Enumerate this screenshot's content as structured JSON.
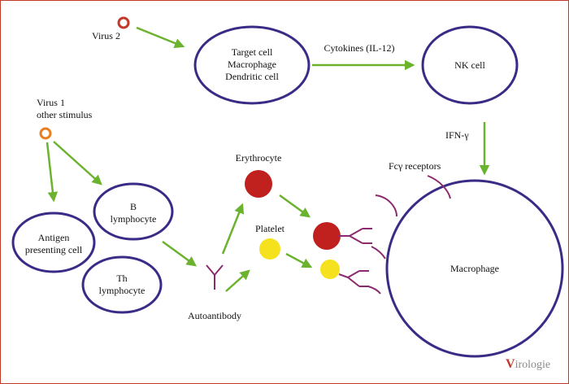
{
  "colors": {
    "cell_border": "#3a2b86",
    "arrow": "#6bb32e",
    "receptor": "#8b2a6e",
    "virus2": "#c0392b",
    "virus1": "#e67e22",
    "erythrocyte": "#c0201e",
    "platelet": "#f5e11e",
    "frame": "#c0392b"
  },
  "labels": {
    "virus2": "Virus 2",
    "virus1_line1": "Virus 1",
    "virus1_line2": "other stimulus",
    "target_line1": "Target cell",
    "target_line2": "Macrophage",
    "target_line3": "Dendritic cell",
    "cytokines": "Cytokines (IL-12)",
    "nk_cell": "NK cell",
    "ifn": "IFN-γ",
    "fc_receptors": "Fcγ receptors",
    "b_line1": "B",
    "b_line2": "lymphocyte",
    "apc_line1": "Antigen",
    "apc_line2": "presenting cell",
    "th_line1": "Th",
    "th_line2": "lymphocyte",
    "autoantibody": "Autoantibody",
    "erythrocyte": "Erythrocyte",
    "platelet": "Platelet",
    "macrophage": "Macrophage"
  },
  "logo": {
    "initial": "V",
    "rest": "irologie"
  }
}
